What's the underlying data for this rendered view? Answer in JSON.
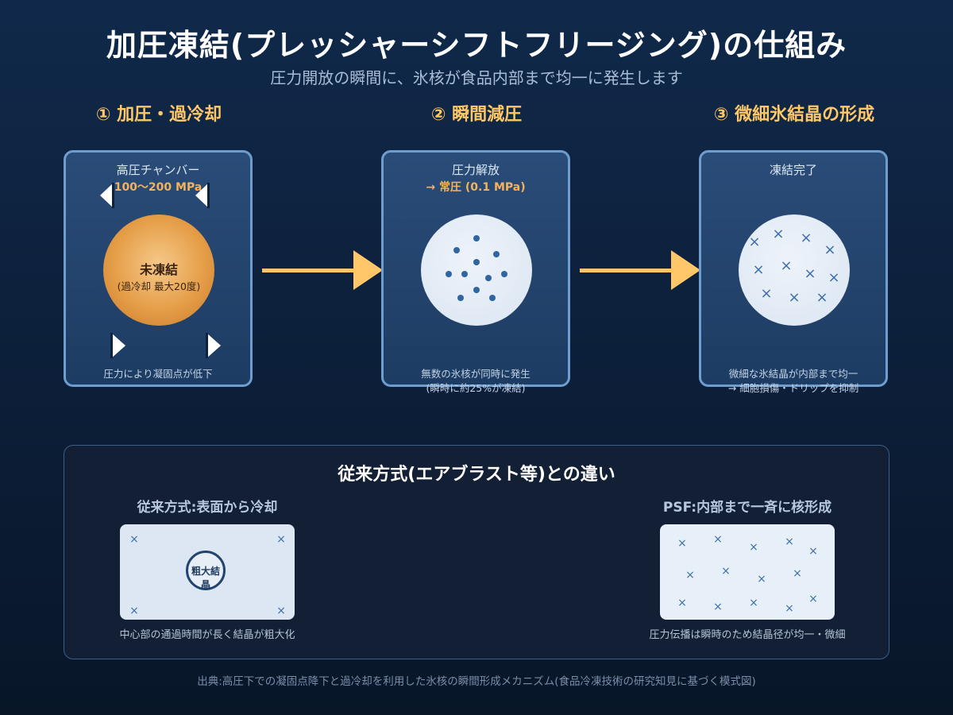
{
  "title": "加圧凍結(プレッシャーシフトフリージング)の仕組み",
  "subtitle": "圧力開放の瞬間に、氷核が食品内部まで均一に発生します",
  "steps": [
    {
      "title": "① 加圧・過冷却",
      "panel_label": "高圧チャンバー",
      "panel_sub": "100〜200 MPa",
      "sphere_main": "未凍結",
      "sphere_sub": "(過冷却 最大20度)",
      "caption_line1": "圧力により凝固点が低下",
      "caption_line2": ""
    },
    {
      "title": "② 瞬間減圧",
      "panel_label": "圧力解放",
      "panel_sub": "→ 常圧 (0.1 MPa)",
      "sphere_main": "",
      "sphere_sub": "",
      "caption_line1": "無数の氷核が同時に発生",
      "caption_line2": "(瞬時に約25%が凍結)"
    },
    {
      "title": "③ 微細氷結晶の形成",
      "panel_label": "凍結完了",
      "panel_sub": "",
      "sphere_main": "",
      "sphere_sub": "",
      "caption_line1": "微細な氷結晶が内部まで均一",
      "caption_line2": "→ 細胞損傷・ドリップを抑制"
    }
  ],
  "comparison": {
    "title": "従来方式(エアブラスト等)との違い",
    "left_head": "従来方式:表面から冷却",
    "left_ring_label": "粗大結晶",
    "left_caption": "中心部の通過時間が長く結晶が粗大化",
    "right_head": "PSF:内部まで一斉に核形成",
    "right_caption": "圧力伝播は瞬時のため結晶径が均一・微細"
  },
  "mark_symbol": "×",
  "source": "出典:高圧下での凝固点降下と過冷却を利用した氷核の瞬間形成メカニズム(食品冷凍技術の研究知見に基づく模式図)",
  "colors": {
    "accent": "#ffc766",
    "arrow": "#ffc76a",
    "panel_border": "#6f9dce",
    "nucleus": "#2f65a0"
  }
}
